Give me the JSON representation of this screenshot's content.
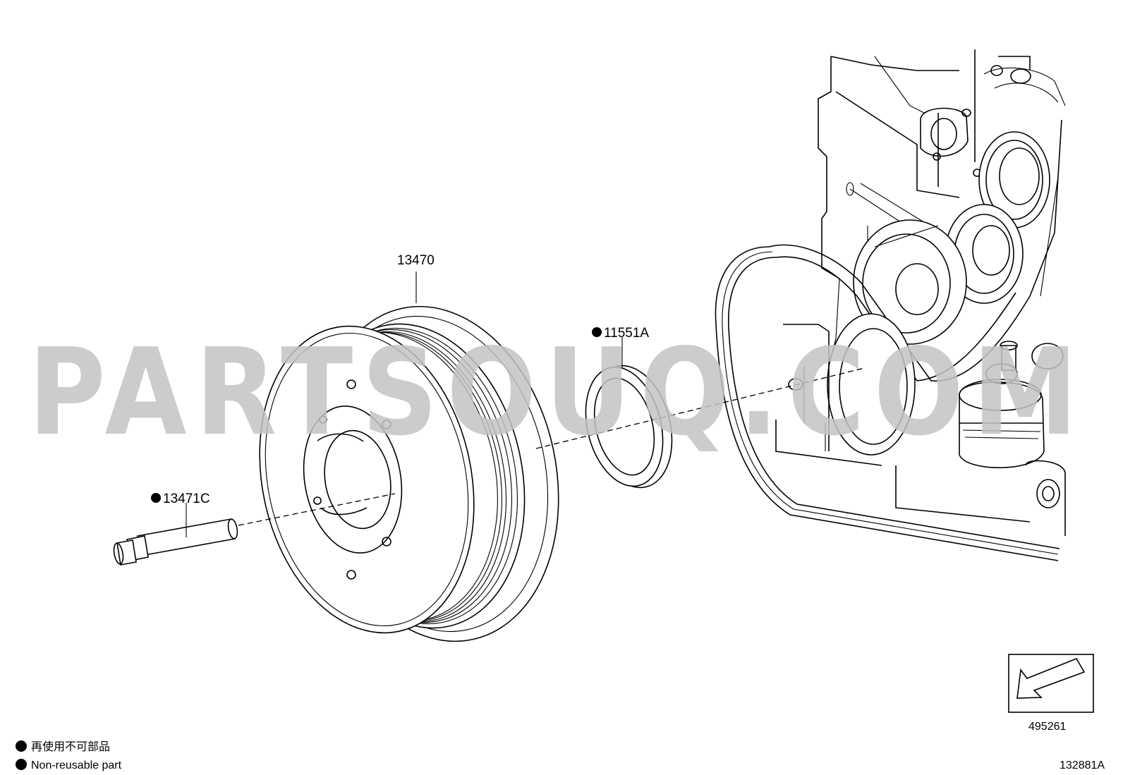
{
  "watermark": "PARTSOUQ.COM",
  "parts": [
    {
      "number": "13470",
      "non_reusable": false
    },
    {
      "number": "11551A",
      "non_reusable": true
    },
    {
      "number": "13471C",
      "non_reusable": true
    }
  ],
  "view_reference": "495261",
  "illustration_id": "132881A",
  "legend": {
    "ja": "再使用不可部品",
    "en": "Non-reusable part"
  }
}
